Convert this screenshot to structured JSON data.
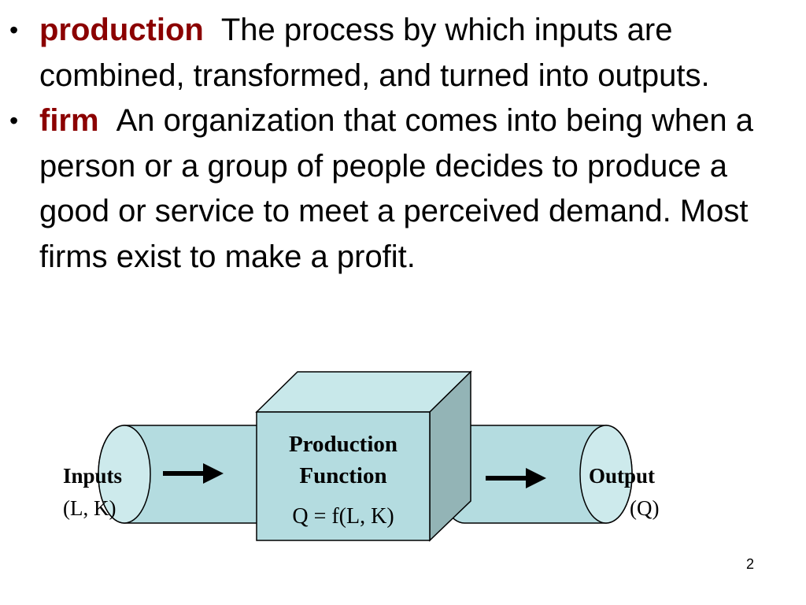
{
  "definitions": [
    {
      "term": "production",
      "text": "The process by which inputs are combined, transformed, and turned into outputs."
    },
    {
      "term": "firm",
      "text": "An organization that comes into being when a person or a group of people decides to produce a good or service to meet a perceived demand.  Most firms exist to make a profit."
    }
  ],
  "diagram": {
    "inputs_label": "Inputs",
    "inputs_sub": "(L, K)",
    "box_title_line1": "Production",
    "box_title_line2": "Function",
    "formula": "Q = f(L, K)",
    "output_label": "Output",
    "output_sub": "(Q)",
    "colors": {
      "tube": "#b4dce0",
      "box_front": "#b4dce0",
      "box_top": "#c8e8ea",
      "box_side": "#93b4b6"
    }
  },
  "page_number": "2"
}
